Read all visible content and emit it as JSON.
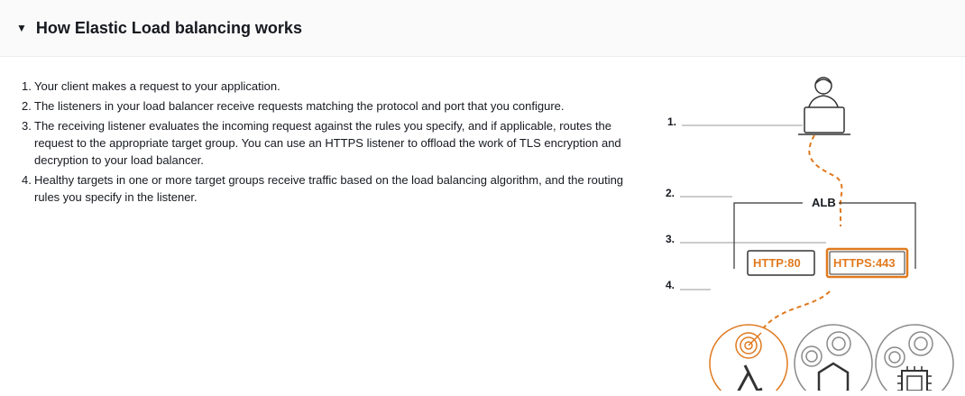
{
  "header": {
    "title": "How Elastic Load balancing works"
  },
  "steps": [
    {
      "num": "1.",
      "text": "Your client makes a request to your application."
    },
    {
      "num": "2.",
      "text": "The listeners in your load balancer receive requests matching the protocol and port that you configure."
    },
    {
      "num": "3.",
      "text": "The receiving listener evaluates the incoming request against the rules you specify, and if applicable, routes the request to the appropriate target group. You can use an HTTPS listener to offload the work of TLS encryption and decryption to your load balancer."
    },
    {
      "num": "4.",
      "text": "Healthy targets in one or more target groups receive traffic based on the load balancing algorithm, and the routing rules you specify in the listener."
    }
  ],
  "diagram": {
    "labels": [
      "1.",
      "2.",
      "3.",
      "4."
    ],
    "alb": "ALB",
    "http_listener": "HTTP:80",
    "https_listener": "HTTPS:443",
    "accent_color": "#e07a1f",
    "neutral_color": "#8a8a8a",
    "icons": [
      "client-laptop-icon",
      "lambda-target-icon",
      "container-target-icon",
      "instance-target-icon"
    ]
  }
}
